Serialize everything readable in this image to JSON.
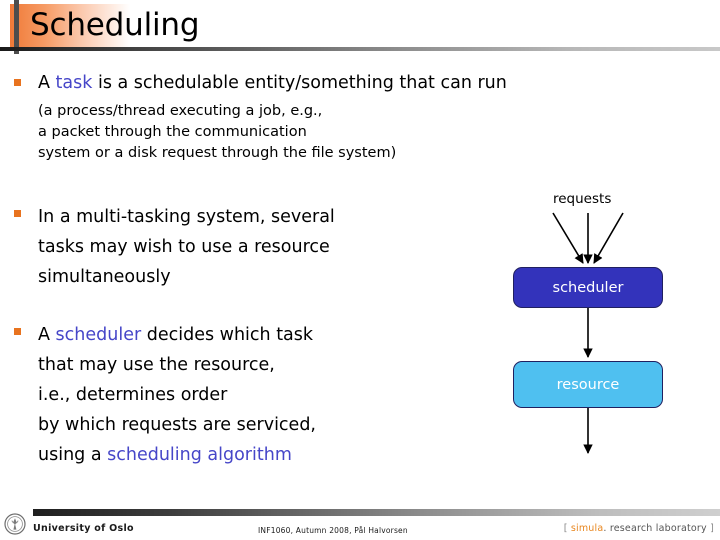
{
  "slide": {
    "title": "Scheduling",
    "accent_orange": "#e8731f",
    "highlight_blue": "#4646c8"
  },
  "bullets": [
    {
      "marker": "square-bullet",
      "lead_prefix": "A ",
      "lead_highlight": "task",
      "lead_suffix": " is a schedulable entity/something that can run",
      "sub_lines": [
        "(a process/thread executing a job, e.g.,",
        "a packet through the communication",
        "system or a disk request through the file system)"
      ]
    },
    {
      "marker": "square-bullet",
      "lines": [
        "In a multi-tasking system, several",
        "tasks may wish to use a resource",
        "simultaneously"
      ]
    },
    {
      "marker": "square-bullet",
      "line1_prefix": "A ",
      "line1_highlight": "scheduler",
      "line1_suffix": " decides which task",
      "mid_lines": [
        "that may use the resource,",
        "i.e., determines order",
        "by which requests are serviced,"
      ],
      "last_prefix": "using a ",
      "last_highlight": "scheduling algorithm"
    }
  ],
  "diagram": {
    "requests_label": "requests",
    "scheduler_label": "scheduler",
    "resource_label": "resource",
    "scheduler_color": "#3333bb",
    "resource_color": "#4fc0f0",
    "arrow_color": "#000000",
    "incoming_arrow_count": 3
  },
  "footer": {
    "university": "University of Oslo",
    "course_info": "INF1060,  Autumn 2008,  Pål Halvorsen",
    "logo_open_bracket": "[ ",
    "logo_brand": "simula",
    "logo_rest": ". research laboratory",
    "logo_close_bracket": " ]"
  }
}
